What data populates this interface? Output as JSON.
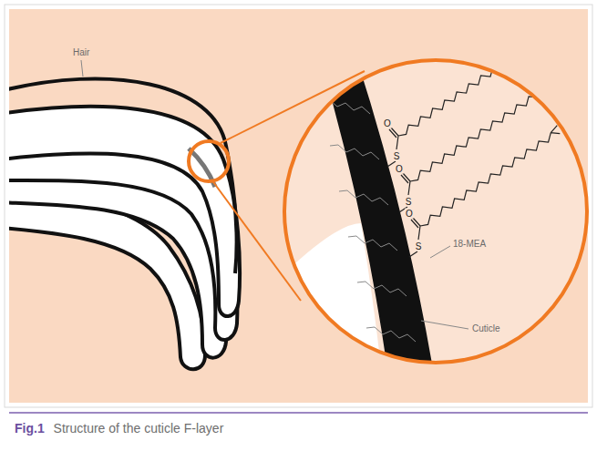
{
  "diagram": {
    "caption": "Fig.1 Structure of the cuticle F-layer",
    "labels": [
      "Hair",
      "O",
      "S",
      "O",
      "S",
      "O",
      "S",
      "18-MEA",
      "Cuticle"
    ]
  }
}
